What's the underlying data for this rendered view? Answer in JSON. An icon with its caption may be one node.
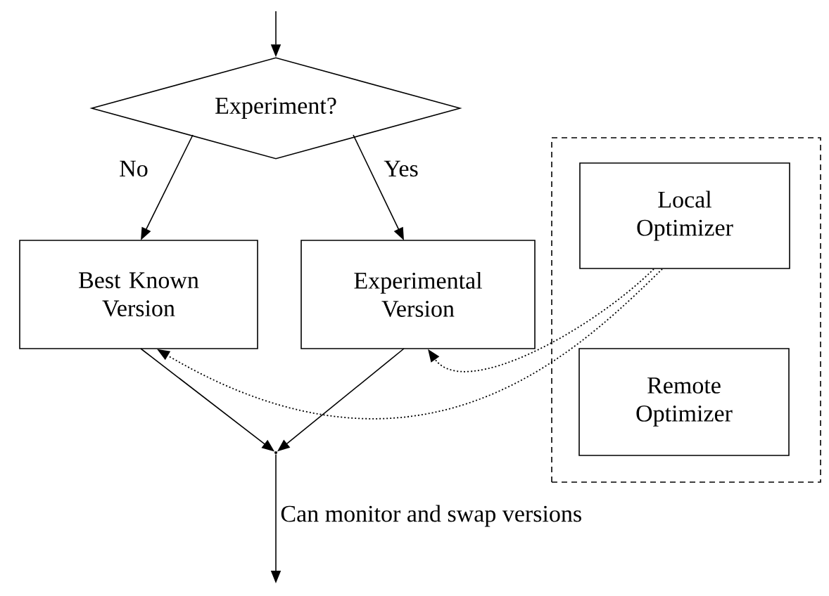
{
  "diagram": {
    "nodes": [
      {
        "text": [
          "Experiment?"
        ]
      },
      {
        "text": [
          "Best Known Version"
        ]
      },
      {
        "text": [
          "Experimental Version"
        ]
      },
      {
        "text": [],
        "shape": "box"
      },
      {
        "text": [
          "Local Optimizer"
        ],
        "in": 3
      },
      {
        "text": [
          "Remote Optimizer"
        ],
        "in": 3
      },
      {
        "text": [],
        "shape": "point"
      }
    ],
    "edges": [
      {
        "from": null,
        "to": 0,
        "arrow": "to"
      },
      {
        "from": 0,
        "to": 1,
        "arrow": "to",
        "label": "No"
      },
      {
        "from": 0,
        "to": 2,
        "arrow": "to",
        "label": "Yes"
      },
      {
        "from": 1,
        "to": 6,
        "arrow": "to"
      },
      {
        "from": 2,
        "to": 6,
        "arrow": "to"
      },
      {
        "from": 6,
        "to": null,
        "arrow": "to",
        "label": "Can monitor and swap versions"
      },
      {
        "from": 4,
        "to": 2,
        "arrow": "to",
        "style": "dashed"
      },
      {
        "from": 4,
        "to": 1,
        "arrow": "to",
        "style": "dashed"
      }
    ]
  }
}
